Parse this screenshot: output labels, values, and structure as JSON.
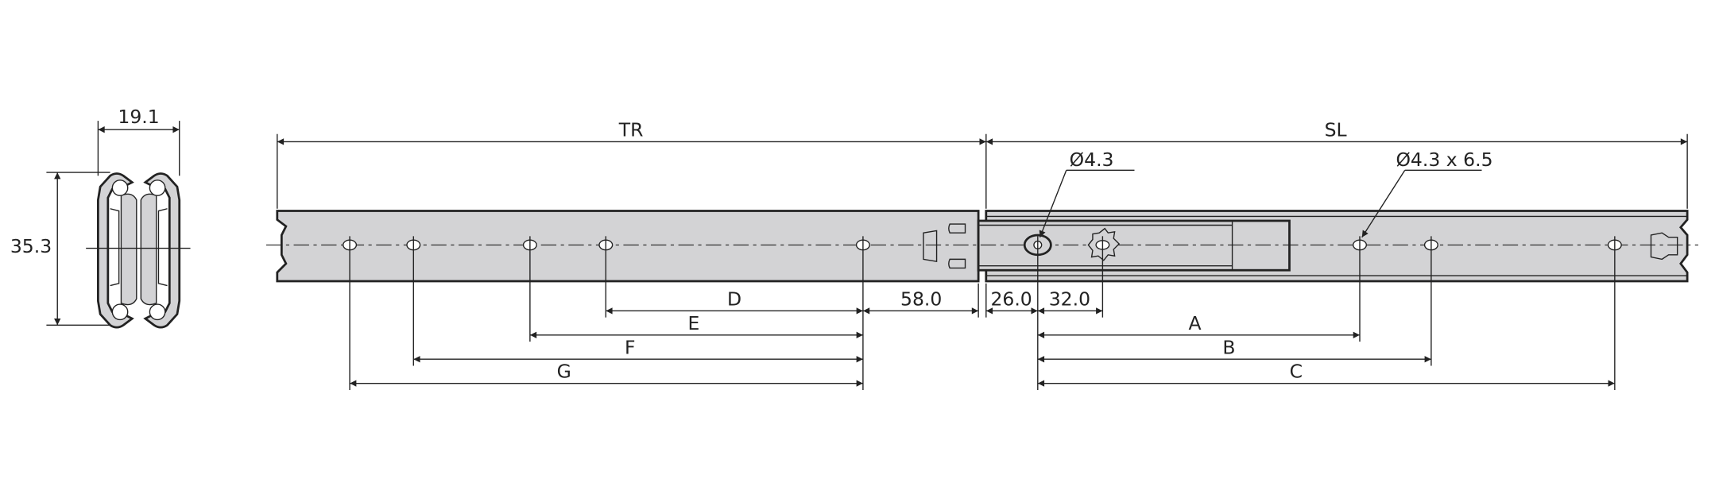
{
  "title": "Ball bearing drawer slide dimension drawing",
  "cross_section": {
    "width_label": "19.1",
    "height_label": "35.3"
  },
  "overall": {
    "travel_label": "TR",
    "slide_length_label": "SL"
  },
  "callouts": {
    "round_hole": "Ø4.3",
    "slot_hole": "Ø4.3 x 6.5"
  },
  "dimensions": {
    "D": "D",
    "E": "E",
    "F": "F",
    "G": "G",
    "A": "A",
    "B": "B",
    "C": "C",
    "offset_58": "58.0",
    "offset_26": "26.0",
    "offset_32": "32.0"
  },
  "colors": {
    "rail_fill": "#d3d3d5",
    "line": "#222222"
  }
}
